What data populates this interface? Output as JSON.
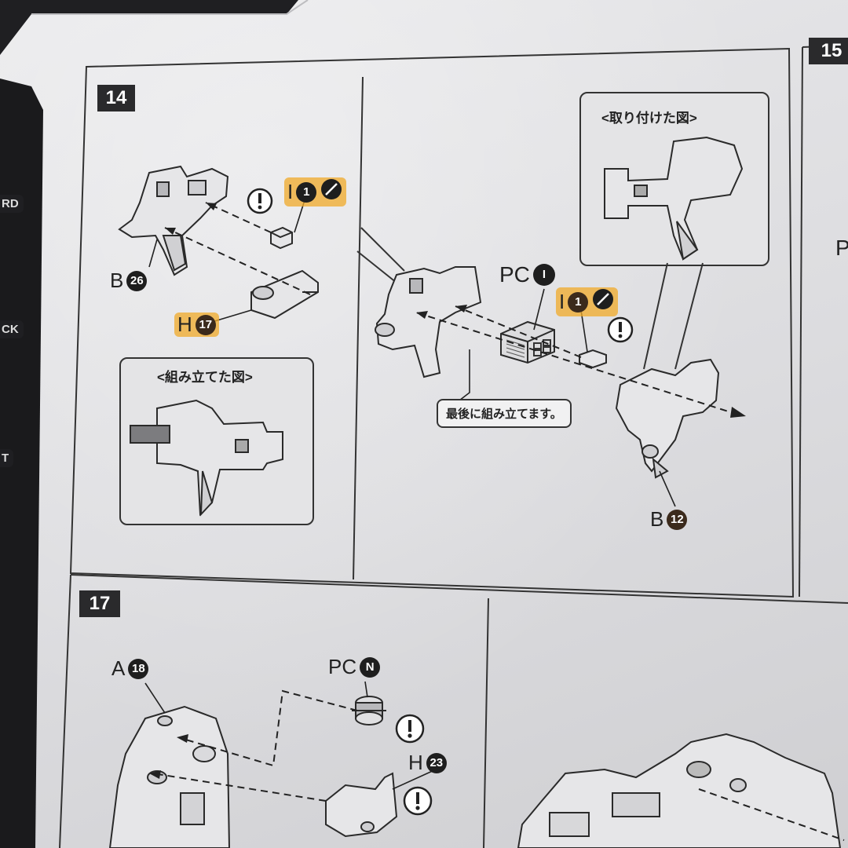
{
  "steps": {
    "s14": "14",
    "s15": "15",
    "s17": "17"
  },
  "side_tabs": {
    "t1": "RD",
    "t2": "CK",
    "t3": "T"
  },
  "right_edge_letter": "P",
  "step14": {
    "part_b": "B",
    "part_b_num": "26",
    "part_i": "I",
    "part_i_num": "1",
    "part_h": "H",
    "part_h_num": "17",
    "assembled_caption": "<組み立てた図>"
  },
  "step14b": {
    "attached_caption": "<取り付けた図>",
    "part_pc": "PC",
    "part_pc_letter": "I",
    "part_i": "I",
    "part_i_num": "1",
    "part_b": "B",
    "part_b_num": "12",
    "note": "最後に組み立てます。"
  },
  "step17": {
    "part_a": "A",
    "part_a_num": "18",
    "part_pc": "PC",
    "part_pc_letter": "N",
    "part_h": "H",
    "part_h_num": "23"
  },
  "icons": {
    "warning": "exclamation-circle-icon",
    "cut": "cutter-slash-icon"
  },
  "colors": {
    "highlight": "#f0aa28",
    "ink": "#222222",
    "page": "#e2e2e4"
  }
}
